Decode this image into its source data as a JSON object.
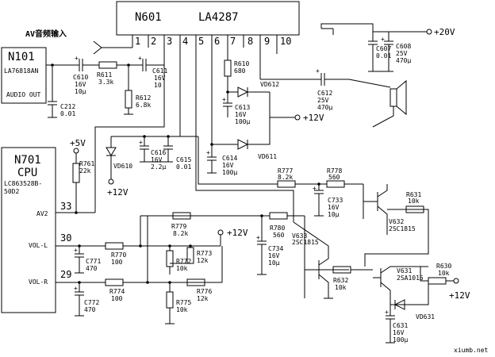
{
  "ic_main": {
    "ref": "N601",
    "part": "LA4287",
    "pins": [
      "1",
      "2",
      "3",
      "4",
      "5",
      "6",
      "7",
      "8",
      "9",
      "10"
    ]
  },
  "av_input_label": "AV音频输入",
  "n101": {
    "ref": "N101",
    "part": "LA76818AN",
    "pin_label": "AUDIO OUT"
  },
  "n701": {
    "ref": "N701",
    "type": "CPU",
    "part_line1": "LC863528B-",
    "part_line2": "50D2",
    "pin_av2": "AV2",
    "pin_av2_num": "33",
    "pin_voll": "VOL-L",
    "pin_voll_num": "30",
    "pin_volr": "VOL-R",
    "pin_volr_num": "29"
  },
  "supplies": {
    "v20": "+20V",
    "v12": "+12V",
    "v5": "+5V"
  },
  "components": {
    "C610": [
      "C610",
      "16V",
      "10μ"
    ],
    "R611": [
      "R611",
      "3.3k"
    ],
    "C611": [
      "C611",
      "16V",
      "10"
    ],
    "R612": [
      "R612",
      "6.8k"
    ],
    "C212": [
      "C212",
      "0.01"
    ],
    "C607": [
      "C607",
      "0.01"
    ],
    "C608": [
      "C608",
      "25V",
      "470μ"
    ],
    "R610": [
      "R610",
      "680"
    ],
    "VD612": [
      "VD612"
    ],
    "C612": [
      "C612",
      "25V",
      "470μ"
    ],
    "C613": [
      "C613",
      "16V",
      "100μ"
    ],
    "VD611": [
      "VD611"
    ],
    "C614": [
      "C614",
      "16V",
      "100μ"
    ],
    "VD610": [
      "VD610"
    ],
    "C616": [
      "C616",
      "16V",
      "2.2μ"
    ],
    "C615": [
      "C615",
      "0.01"
    ],
    "R761": [
      "R761",
      "22k"
    ],
    "R777": [
      "R777",
      "8.2k"
    ],
    "R778": [
      "R778",
      "560"
    ],
    "C733": [
      "C733",
      "16V",
      "10μ"
    ],
    "R631": [
      "R631",
      "10k"
    ],
    "V632": [
      "V632",
      "2SC1815"
    ],
    "R779": [
      "R779",
      "8.2k"
    ],
    "R780": [
      "R780",
      "560"
    ],
    "V633": [
      "V633",
      "2SC1815"
    ],
    "C734": [
      "C734",
      "16V",
      "10μ"
    ],
    "R770": [
      "R770",
      "100"
    ],
    "C771": [
      "C771",
      "470"
    ],
    "R772": [
      "R772",
      "10k"
    ],
    "R773": [
      "R773",
      "12k"
    ],
    "R774": [
      "R774",
      "100"
    ],
    "C772": [
      "C772",
      "470"
    ],
    "R775": [
      "R775",
      "10k"
    ],
    "R776": [
      "R776",
      "12k"
    ],
    "R632": [
      "R632",
      "10k"
    ],
    "V631": [
      "V631",
      "2SA1015"
    ],
    "R630": [
      "R630",
      "10k"
    ],
    "C631": [
      "C631",
      "16V",
      "100μ"
    ],
    "VD631": [
      "VD631"
    ]
  },
  "watermark": "xiumb.net"
}
